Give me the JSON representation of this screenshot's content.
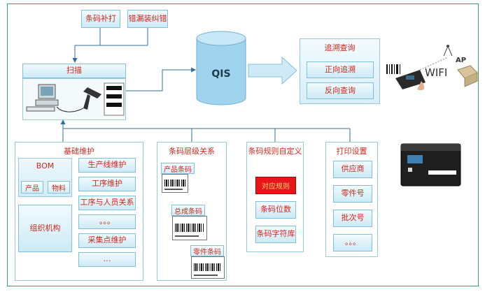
{
  "top_buttons": {
    "reprint": "条码补打",
    "mislabel_fix": "错漏装纠错"
  },
  "scan": {
    "label": "扫描"
  },
  "center": {
    "qis": "QIS"
  },
  "trace": {
    "title": "追溯查询",
    "forward": "正向追溯",
    "reverse": "反向查询"
  },
  "wireless": {
    "wifi": "WIFI",
    "ap": "AP"
  },
  "basic_maintenance": {
    "title": "基础维护",
    "bom": "BOM",
    "product": "产品",
    "material": "物料",
    "org": "组织机构",
    "items": [
      "生产线维护",
      "工序维护",
      "工序与人员关系",
      "。。。",
      "采集点维护",
      "…"
    ]
  },
  "barcode_hierarchy": {
    "title": "条码层级关系",
    "product_barcode": "产品条码",
    "assembly_barcode": "总成条码",
    "part_barcode": "零件条码"
  },
  "barcode_rules": {
    "title": "条码规则自定义",
    "mapping_rule": "对应规则",
    "digits": "条码位数",
    "charset": "条码字符库"
  },
  "print_settings": {
    "title": "打印设置",
    "items": [
      "供应商",
      "零件号",
      "批次号",
      "。。。"
    ]
  },
  "colors": {
    "frame": "#3aa36a",
    "text_red": "#d0281c",
    "box_border": "#7fc0dd",
    "arrow_blue": "#2f6f9a",
    "highlight_red": "#e8141b"
  }
}
